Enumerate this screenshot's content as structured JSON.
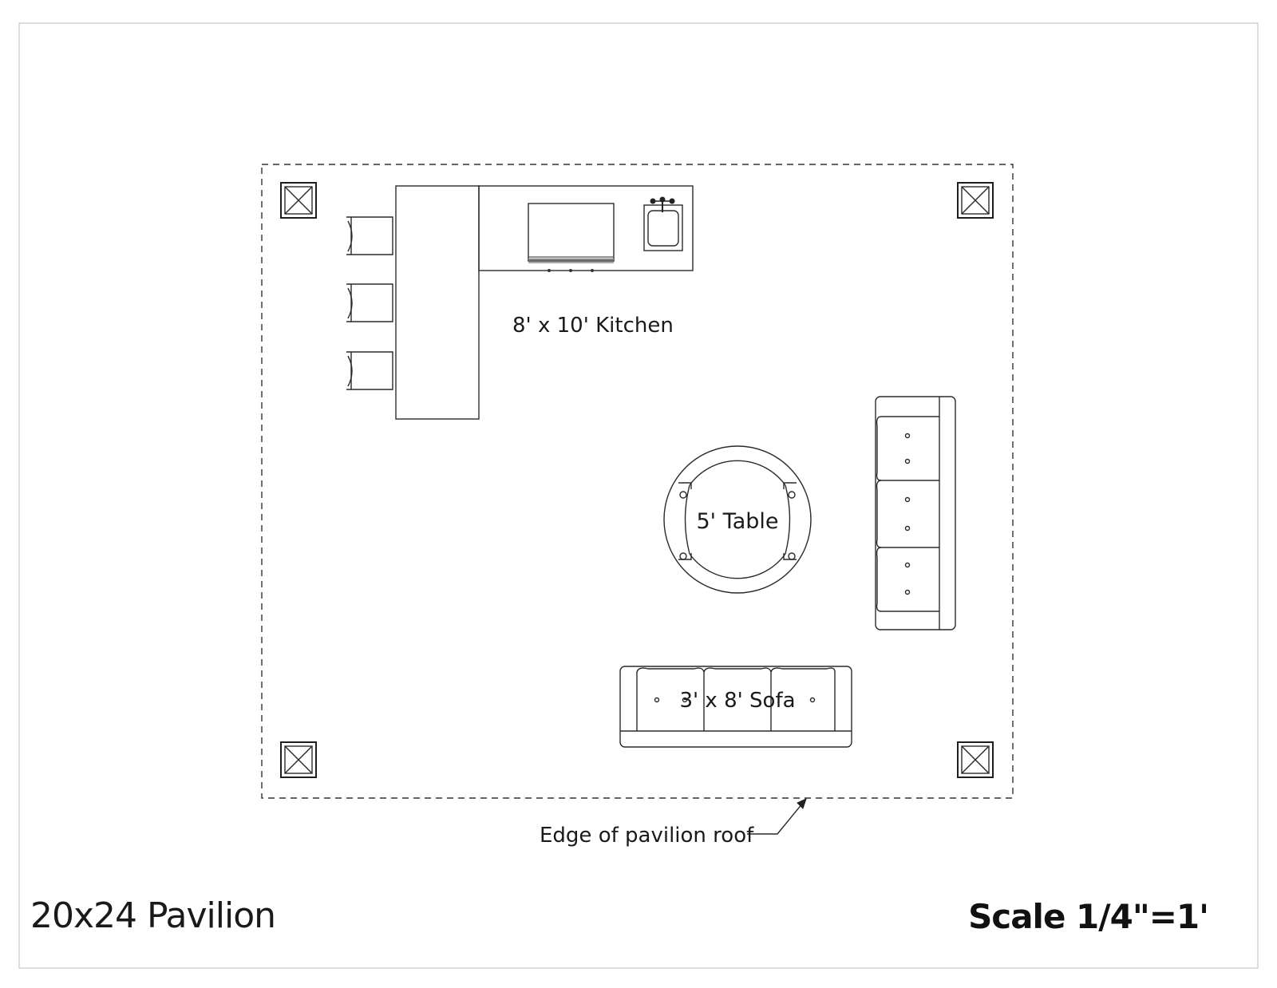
{
  "drawing": {
    "title": "20x24 Pavilion",
    "scale": "Scale 1/4\"=1'"
  },
  "labels": {
    "kitchen": "8' x 10'  Kitchen",
    "table": "5' Table",
    "sofa": "3' x 8' Sofa",
    "roof_edge": "Edge of pavilion roof"
  },
  "colors": {
    "line": "#2a2a2a",
    "background": "#ffffff"
  }
}
